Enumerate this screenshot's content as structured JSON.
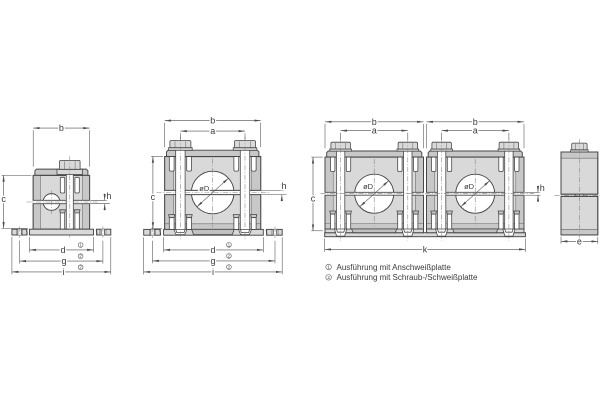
{
  "page": {
    "background": "#ffffff"
  },
  "colors": {
    "face": "#d9d9d9",
    "shade": "#c8c8c8",
    "recess": "#c1c1c1",
    "line": "#464646",
    "dim": "#4c4c4c",
    "center": "#818181",
    "text": "#3a3a3a"
  },
  "labels": {
    "a": "a",
    "b": "b",
    "c": "c",
    "d": "d",
    "e": "e",
    "g": "g",
    "h": "h",
    "i": "i",
    "k": "k",
    "diameter": "øD"
  },
  "markers": {
    "weld": "1",
    "screw_weld": "2"
  },
  "legend": {
    "items": [
      {
        "marker": "1",
        "text": "Ausführung mit Anschweißplatte"
      },
      {
        "marker": "2",
        "text": "Ausführung mit Schraub-/Schweißplatte"
      }
    ]
  }
}
